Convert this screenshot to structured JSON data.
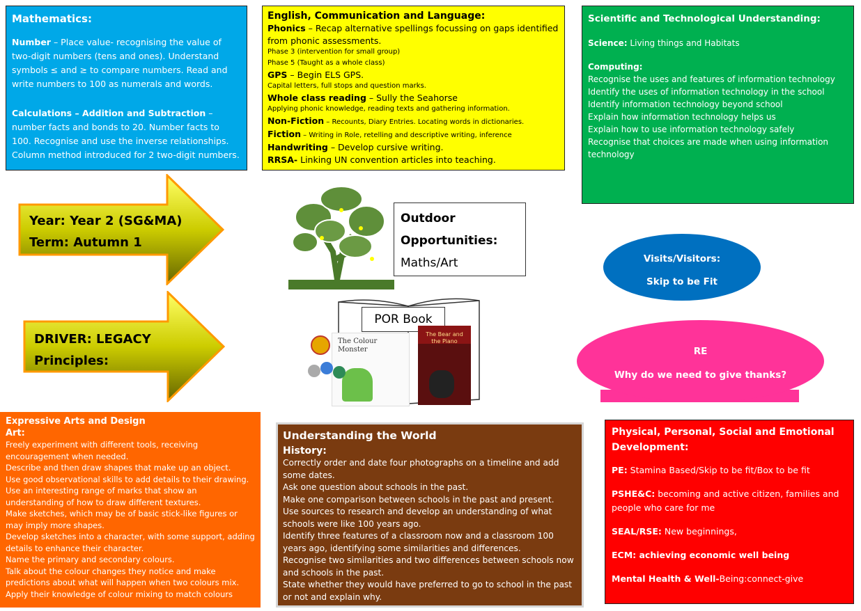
{
  "maths": {
    "title": "Mathematics:",
    "number_label": "Number",
    "number_text": " – Place value- recognising the value of two-digit numbers (tens and ones). Understand symbols ≤ and ≥ to compare numbers.  Read and write numbers to 100 as numerals and words.",
    "calc_label": "Calculations – Addition and Subtraction",
    "calc_text": " – number facts and bonds to 20. Number facts to 100. Recognise and use the inverse relationships. Column method introduced for 2 two-digit numbers."
  },
  "english": {
    "title": "English, Communication and Language:",
    "phonics_label": "Phonics",
    "phonics_text": " – Recap alternative spellings focussing on gaps identified from phonic assessments.",
    "phase3": "Phase 3 (intervention for small group)",
    "phase5": "Phase 5 (Taught as a whole class)",
    "gps_label": "GPS",
    "gps_text": " – Begin ELS GPS.",
    "gps_sub": "Capital letters, full stops and question marks.",
    "reading_label": "Whole class reading",
    "reading_text": " –  Sully the Seahorse",
    "reading_sub": "Applying phonic knowledge, reading texts and gathering information.",
    "nonfiction_label": "Non-Fiction",
    "nonfiction_text": " – Recounts, Diary Entries. Locating words in dictionaries.",
    "fiction_label": "Fiction",
    "fiction_text": " – Writing in Role, retelling and descriptive writing, inference",
    "handwriting_label": "Handwriting",
    "handwriting_text": " – Develop cursive writing.",
    "rrsa_label": "RRSA-",
    "rrsa_text": " Linking UN convention articles into teaching."
  },
  "science": {
    "title": "Scientific and Technological Understanding:",
    "science_label": "Science:",
    "science_text": " Living things and Habitats",
    "computing_label": "Computing:",
    "computing_items": [
      "Recognise the uses and features of information technology",
      "Identify the uses of information technology in the school",
      "Identify information technology beyond school",
      "Explain how information technology helps us",
      "Explain how to use information technology safely",
      "Recognise that choices are made when using information technology"
    ]
  },
  "year_arrow": {
    "line1": "Year: Year 2 (SG&MA)",
    "line2": "Term: Autumn 1"
  },
  "driver_arrow": {
    "line1": "DRIVER:   LEGACY",
    "line2": "Principles:"
  },
  "outdoor": {
    "title1": "Outdoor",
    "title2": "Opportunities:",
    "value": "Maths/Art"
  },
  "por": {
    "label": "POR Book",
    "book1_title": "The Colour Monster",
    "book2_title": "The Bear and the Piano"
  },
  "visits": {
    "title": "Visits/Visitors:",
    "value": "Skip to be Fit"
  },
  "re": {
    "title": "RE",
    "value": "Why do we need to give thanks?"
  },
  "ead": {
    "title": "Expressive Arts and Design",
    "sub": "Art:",
    "items": [
      "Freely experiment with different tools, receiving encouragement when needed.",
      "Describe and then draw shapes that make up an object.",
      "Use good observational skills to add details to their drawing.",
      "Use an interesting range of marks that show an understanding of how to draw different textures.",
      "Make sketches, which may be of basic stick-like figures or may imply more shapes.",
      "Develop sketches into a character, with some support, adding details to enhance their character.",
      "Name the primary and secondary colours.",
      "Talk about the colour changes they notice and make predictions about what will happen when two colours mix.",
      "Apply their knowledge of colour mixing to match colours"
    ]
  },
  "utw": {
    "title": "Understanding the World",
    "sub": "History:",
    "items": [
      "Correctly order and date four photographs on a timeline and add some dates.",
      "Ask one question about schools in the past.",
      "Make one comparison between schools in the past and present.",
      "Use sources to research and develop an understanding of what schools were like 100 years ago.",
      "Identify three features of a classroom now and a classroom 100 years ago, identifying some similarities and differences.",
      "Recognise two similarities and two differences between schools now and schools in the past.",
      "State whether they would have preferred to go to school in the past or not and explain why."
    ]
  },
  "pshe": {
    "title": "Physical, Personal, Social and Emotional Development:",
    "pe_label": "PE:",
    "pe_text": " Stamina Based/Skip to be fit/Box to be fit",
    "pshec_label": "PSHE&C:",
    "pshec_text": " becoming and active citizen, families and people who care for me",
    "seal_label": "SEAL/RSE:",
    "seal_text": " New beginnings,",
    "ecm_label": "ECM: achieving economic well being",
    "mh_label": "Mental Health & Well-",
    "mh_text": "Being:connect-give"
  }
}
